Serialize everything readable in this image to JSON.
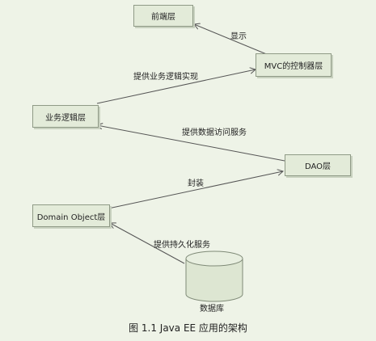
{
  "nodes": {
    "frontend": "前端层",
    "mvc": "MVC的控制器层",
    "business": "业务逻辑层",
    "dao": "DAO层",
    "domain": "Domain Object层",
    "database": "数据库"
  },
  "edges": {
    "display": "显示",
    "business_impl": "提供业务逻辑实现",
    "data_access": "提供数据访问服务",
    "encapsulate": "封装",
    "persistence": "提供持久化服务"
  },
  "caption": "图 1.1    Java EE 应用的架构"
}
